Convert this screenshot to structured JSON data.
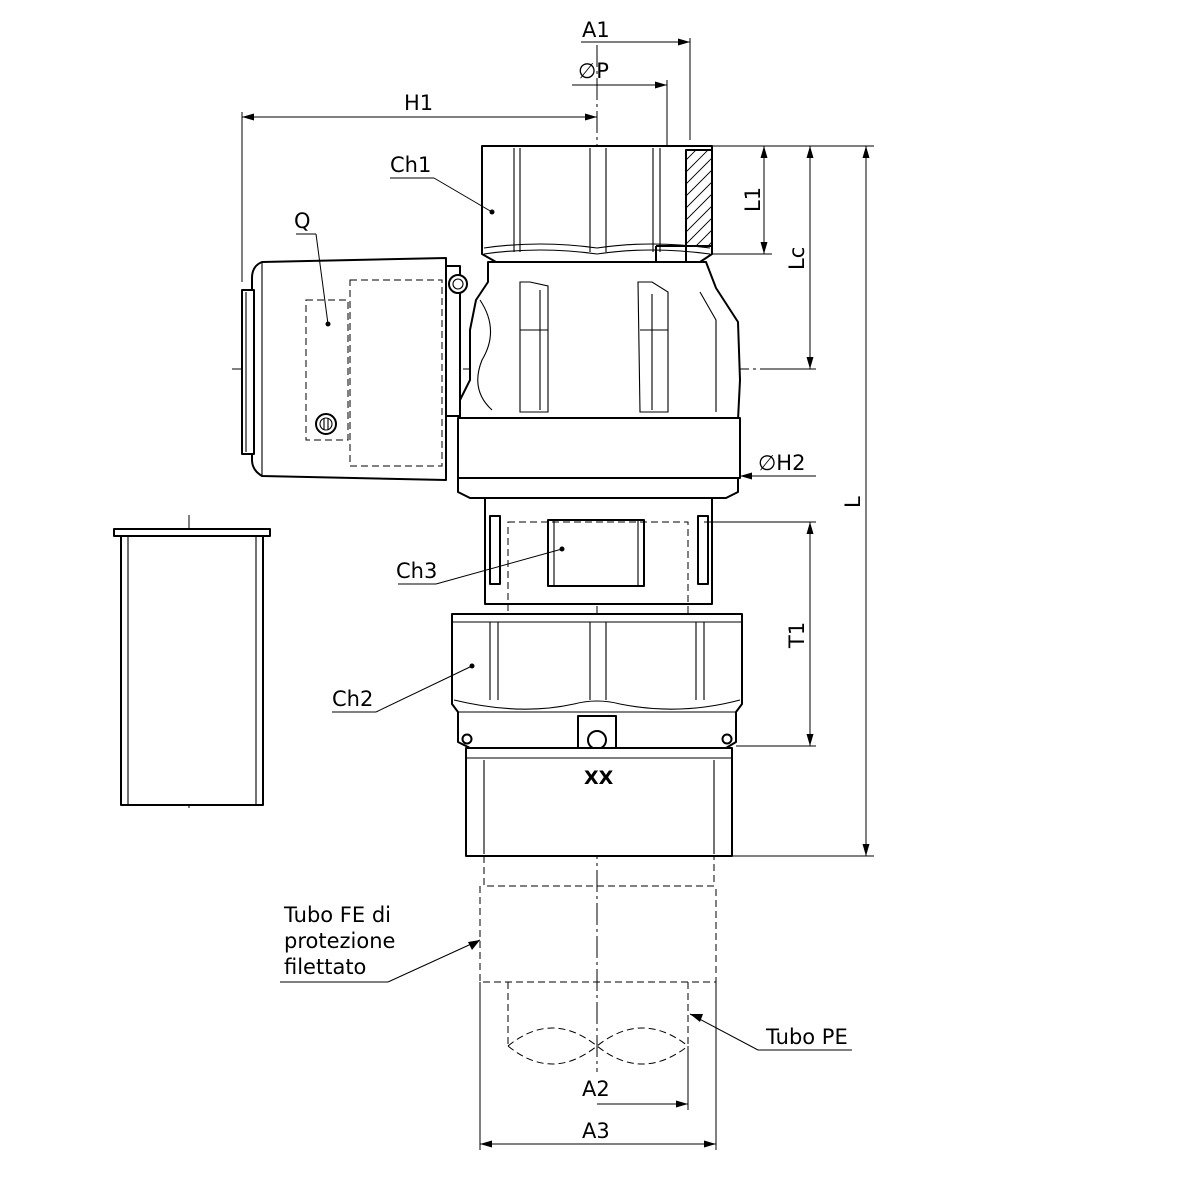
{
  "drawing": {
    "dimensions": {
      "a1": "A1",
      "p": "∅P",
      "h1": "H1",
      "l1": "L1",
      "lc": "Lc",
      "l": "L",
      "h2": "∅H2",
      "t1": "T1",
      "a2": "A2",
      "a3": "A3"
    },
    "parts": {
      "ch1": "Ch1",
      "q": "Q",
      "ch3": "Ch3",
      "ch2": "Ch2",
      "marking": "XX"
    },
    "notes": {
      "tubo_fe": [
        "Tubo FE di",
        "protezione",
        "filettato"
      ],
      "tubo_pe": "Tubo PE"
    }
  }
}
